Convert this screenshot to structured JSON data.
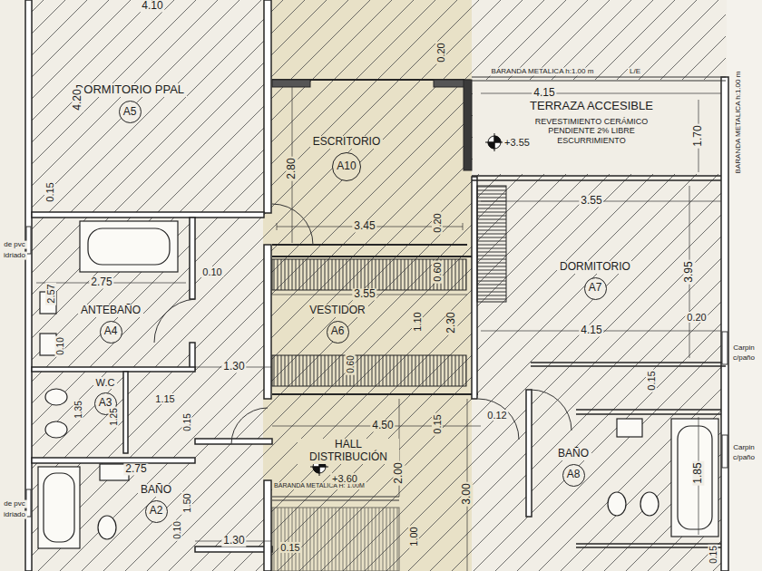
{
  "diagram": {
    "nodes": [
      {
        "text": [
          "DORMITORIO PPAL"
        ]
      },
      {
        "text": [
          "A5"
        ],
        "in": 0
      },
      {
        "text": [
          "ESCRITORIO"
        ]
      },
      {
        "text": [
          "A10"
        ],
        "in": 2
      },
      {
        "text": [
          "TERRAZA ACCESIBLE",
          "REVESTIMIENTO CERÁMICO PENDIENTE 2% LIBRE ESCURRIMIENTO"
        ]
      },
      {
        "text": [
          "DORMITORIO"
        ]
      },
      {
        "text": [
          "A7"
        ],
        "in": 5
      },
      {
        "text": [
          "ANTEBAÑO"
        ]
      },
      {
        "text": [
          "A4"
        ],
        "in": 7
      },
      {
        "text": [
          "VESTIDOR"
        ]
      },
      {
        "text": [
          "A6"
        ],
        "in": 9
      },
      {
        "text": [
          "W.C"
        ]
      },
      {
        "text": [
          "A3"
        ],
        "in": 11
      },
      {
        "text": [
          "HALL DISTRIBUCIÓN"
        ]
      },
      {
        "text": [
          "BAÑO"
        ]
      },
      {
        "text": [
          "A8"
        ],
        "in": 14
      },
      {
        "text": [
          "BAÑO"
        ]
      },
      {
        "text": [
          "A2"
        ],
        "in": 16
      }
    ],
    "labels": [
      "4.10",
      "4.20",
      "0.15",
      "0.20",
      "BARANDA METALICA h:1.00 m",
      "L/E",
      "BARANDA METALICA h:1.00 m",
      "4.15",
      "1.70",
      "+3.55",
      "2.80",
      "3.45",
      "0.20",
      "3.55",
      "3.95",
      "0.20",
      "4.15",
      "0.15",
      "0.12",
      "2.75",
      "2.57",
      "0.10",
      "0.10",
      "1.30",
      "1.15",
      "1.25",
      "0.15",
      "1.35",
      "0.60",
      "3.55",
      "1.10",
      "2.30",
      "0.60",
      "4.50",
      "0.15",
      "2.00",
      "3.00",
      "1.00",
      "BARANDA METALICA H: 1.00M",
      "+3.60",
      "0.15",
      "2.75",
      "1.50",
      "0.10",
      "1.30",
      "1.85",
      "0.15",
      "de pvc",
      "idriado",
      "de pvc",
      "idriado",
      "Carpin",
      "c/paño",
      "Carpin",
      "c/paño"
    ]
  }
}
